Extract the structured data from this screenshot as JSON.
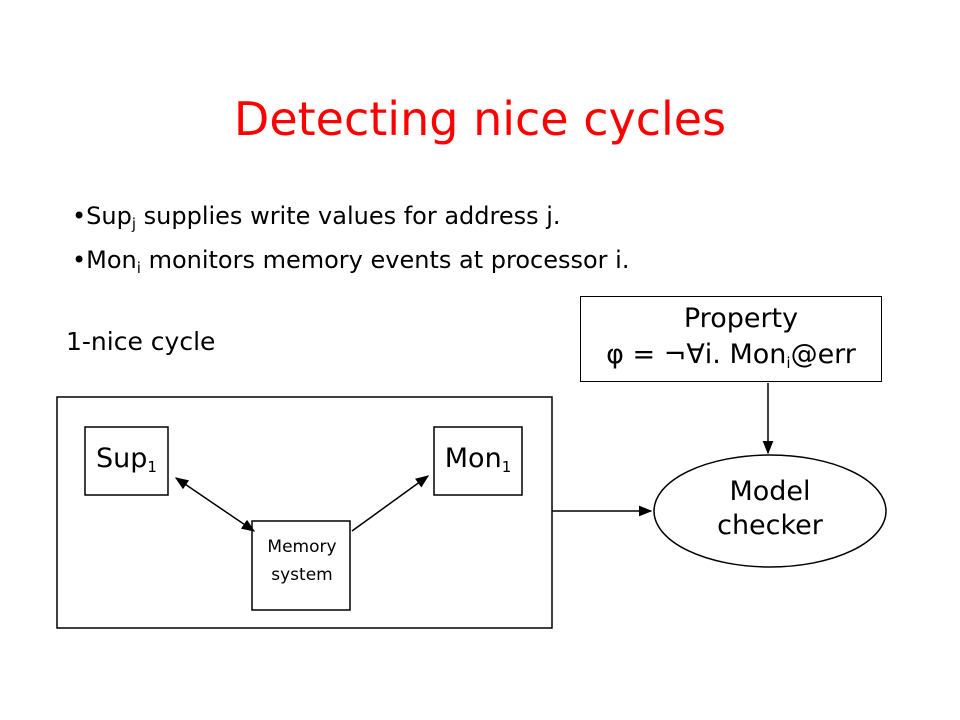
{
  "slide": {
    "title": "Detecting nice cycles",
    "bullets": [
      {
        "marker": "•",
        "name": "Sup",
        "sub": "j",
        "rest": " supplies write values for address j."
      },
      {
        "marker": "•",
        "name": "Mon",
        "sub": "i",
        "rest": " monitors memory events at processor i."
      }
    ],
    "caption": "1-nice cycle"
  },
  "diagram": {
    "property_title": "Property",
    "property_formula_prefix": "φ = ¬∀i. Mon",
    "property_formula_sub": "i",
    "property_formula_suffix": "@err",
    "sup_name": "Sup",
    "sup_sub": "1",
    "mon_name": "Mon",
    "mon_sub": "1",
    "memory_line1": "Memory",
    "memory_line2": "system",
    "model_line1": "Model",
    "model_line2": "checker"
  },
  "colors": {
    "title": "#ff0000",
    "lines": "#000000",
    "background": "#ffffff"
  }
}
